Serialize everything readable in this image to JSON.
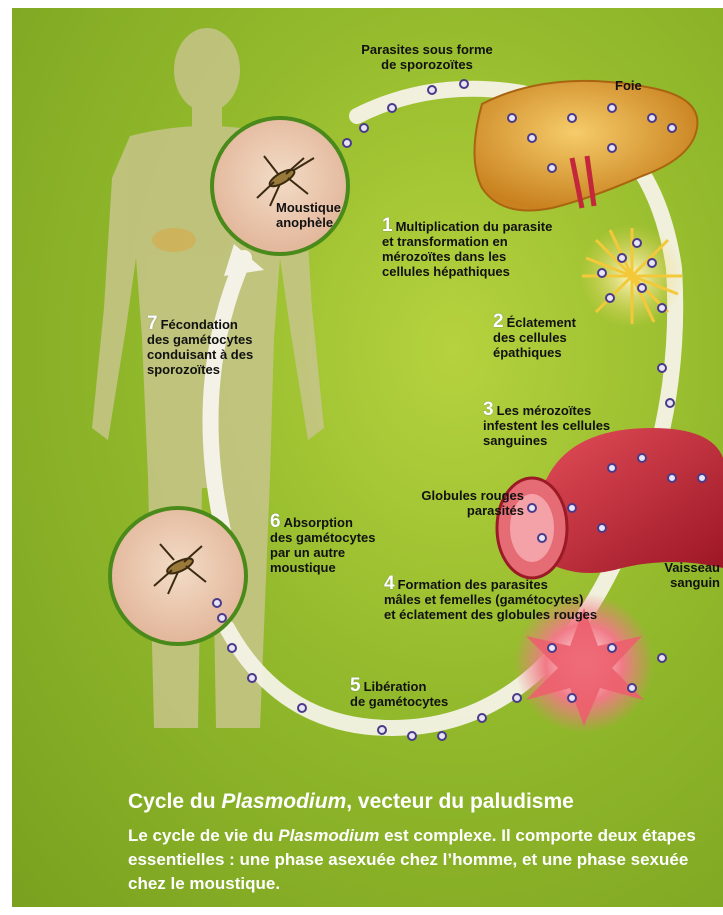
{
  "labels": {
    "sporozoites": "Parasites sous forme\nde sporozoïtes",
    "foie": "Foie",
    "moustique_anophele": "Moustique\nanophèle",
    "vaisseau": "Vaisseau\nsanguin",
    "globules": "Globules rouges\nparasités"
  },
  "steps": [
    {
      "num": "1",
      "text": "Multiplication du parasite\net transformation en\nmérozoïtes dans les\ncellules hépathiques"
    },
    {
      "num": "2",
      "text": "Éclatement\ndes cellules\népathiques"
    },
    {
      "num": "3",
      "text": "Les mérozoïtes\ninfestent les cellules\nsanguines"
    },
    {
      "num": "4",
      "text": "Formation des parasites\nmâles et femelles (gamétocytes)\net éclatement des globules rouges"
    },
    {
      "num": "5",
      "text": "Libération\nde gamétocytes"
    },
    {
      "num": "6",
      "text": "Absorption\ndes gamétocytes\npar un autre\nmoustique"
    },
    {
      "num": "7",
      "text": "Fécondation\ndes gamétocytes\nconduisant à des\nsporozoïtes"
    }
  ],
  "caption": {
    "title_prefix": "Cycle du ",
    "title_italic": "Plasmodium",
    "title_suffix": ", vecteur du paludisme",
    "body_prefix": "Le cycle de vie du ",
    "body_italic": "Plasmodium",
    "body_suffix": " est complexe. Il comporte deux étapes essentielles : une phase asexuée chez l’homme, et une phase sexuée chez le moustique."
  },
  "colors": {
    "background": "#93ba2c",
    "arrow": "#f4f2e6",
    "parasite": "#4a3a8a",
    "liver": "#e0a23a",
    "blood": "#c8283a"
  }
}
